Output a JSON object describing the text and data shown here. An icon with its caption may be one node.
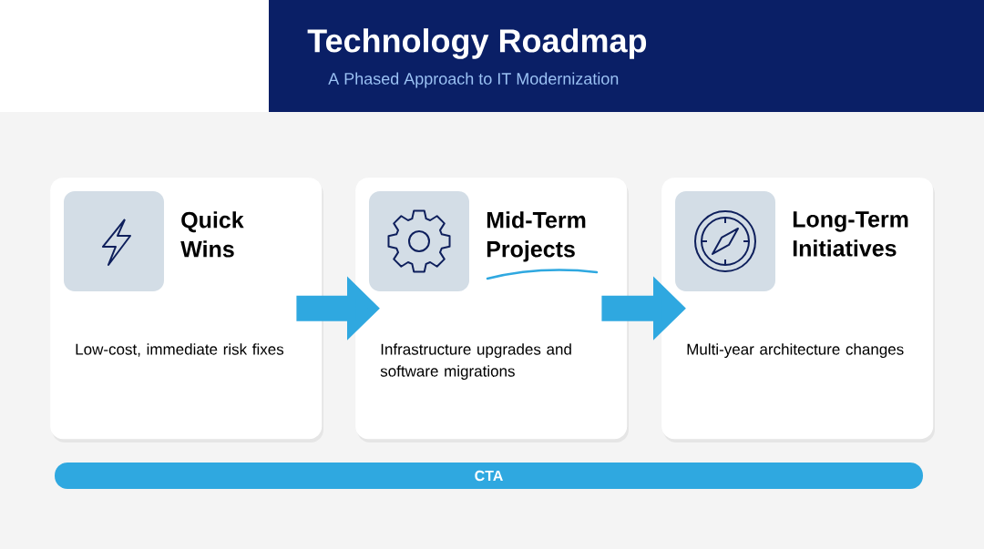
{
  "diagram": {
    "title": "Technology Roadmap",
    "nodes": [
      {
        "text": [
          "Quick Wins",
          "Low-cost, immediate risk fixes"
        ]
      },
      {
        "text": [
          "Mid-Term Projects",
          "Infrastructure upgrades and software migrations"
        ]
      },
      {
        "text": [
          "Long-Term Initiatives",
          "Multi-year architecture changes"
        ]
      },
      {
        "text": [
          "CTA"
        ]
      }
    ],
    "edges": [
      {
        "from": 0,
        "to": 1,
        "arrow": "to"
      },
      {
        "from": 1,
        "to": 2,
        "arrow": "to"
      }
    ],
    "labels": [
      "A Phased Approach to IT Modernization"
    ]
  }
}
